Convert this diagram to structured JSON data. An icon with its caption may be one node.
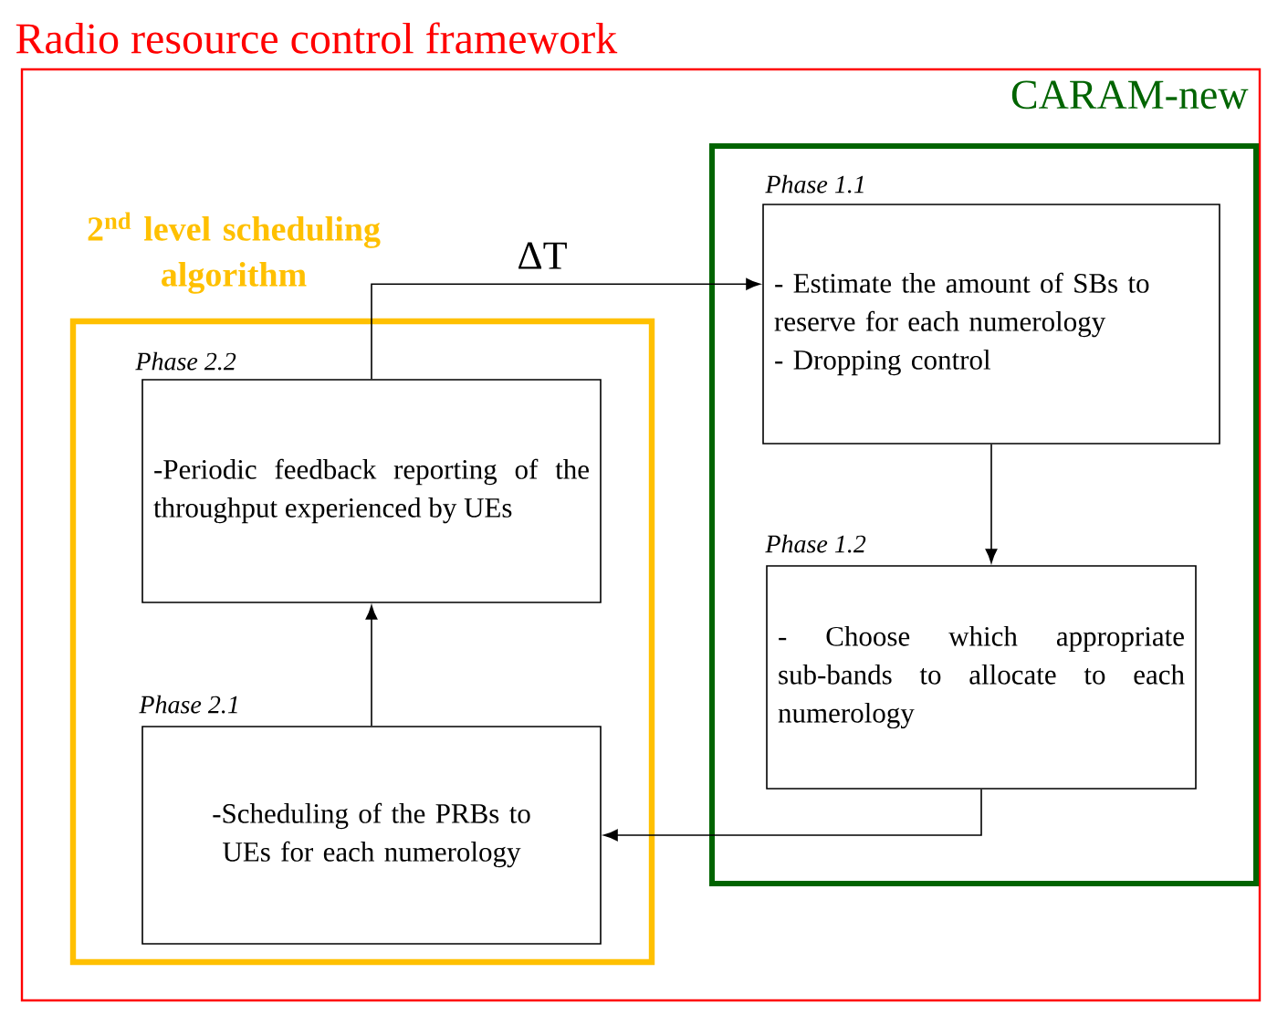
{
  "diagram": {
    "nodes": [
      {
        "text": [
          "Radio resource control framework"
        ]
      },
      {
        "text": [
          "CARAM-new"
        ],
        "in": 0
      },
      {
        "text": [
          "Phase 1.1",
          "- Estimate the amount of SBs to reserve for each numerology",
          "- Dropping control"
        ],
        "in": 1
      },
      {
        "text": [
          "Phase 1.2",
          "- Choose which appropriate sub-bands to allocate to each numerology"
        ],
        "in": 1
      },
      {
        "text": [
          "2$^{nd}$ level scheduling algorithm"
        ],
        "in": 0
      },
      {
        "text": [
          "Phase 2.2",
          "-Periodic feedback reporting of the throughput experienced by UEs"
        ],
        "in": 4
      },
      {
        "text": [
          "Phase 2.1",
          "-Scheduling of the PRBs to UEs for each numerology"
        ],
        "in": 4
      }
    ],
    "edges": [
      {
        "from": 5,
        "to": 2,
        "arrow": "to",
        "label": "ΔT"
      },
      {
        "from": 2,
        "to": 3,
        "arrow": "to"
      },
      {
        "from": 3,
        "to": 6,
        "arrow": "to"
      },
      {
        "from": 6,
        "to": 5,
        "arrow": "to"
      }
    ]
  }
}
